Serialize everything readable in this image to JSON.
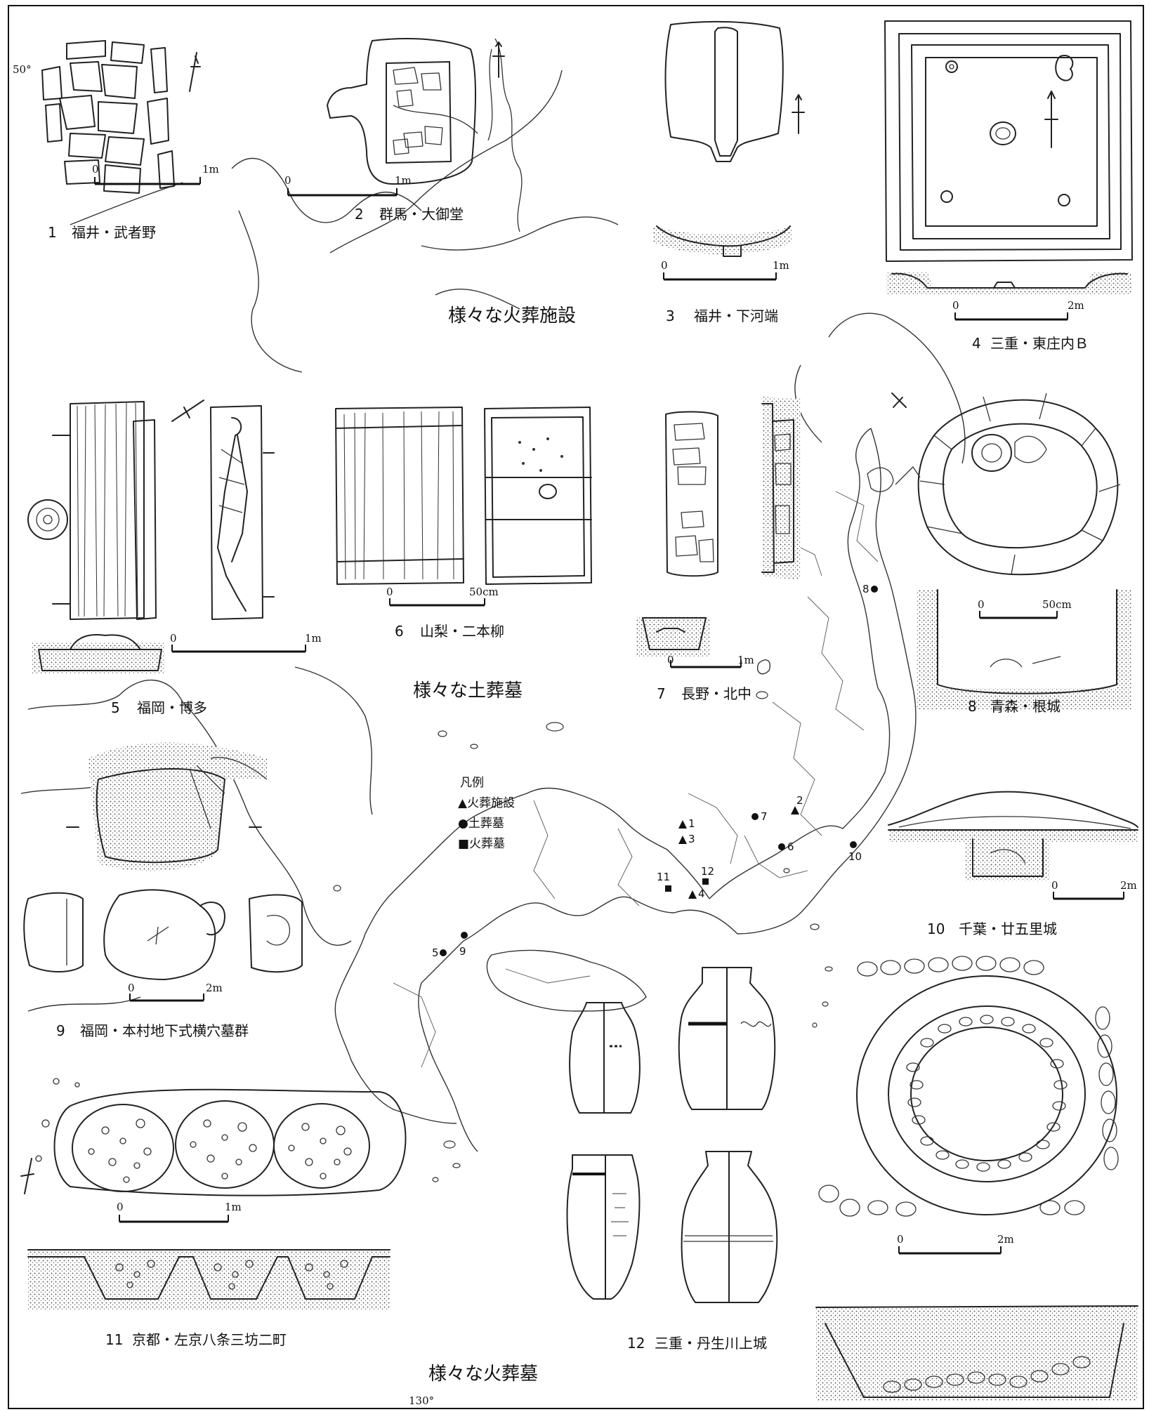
{
  "figure": {
    "headings": {
      "cremation_facilities": "様々な火葬施設",
      "earth_burials": "様々な土葬墓",
      "cremation_graves": "様々な火葬墓"
    },
    "legend": {
      "title": "凡例",
      "items": [
        "▲火葬施設",
        "●土葬墓",
        "■火葬墓"
      ]
    },
    "meridian_label": "130°",
    "margin_mark": "50°",
    "captions": [
      {
        "num": "1",
        "text": "福井・武者野"
      },
      {
        "num": "2",
        "text": "群馬・大御堂"
      },
      {
        "num": "3",
        "text": "福井・下河端"
      },
      {
        "num": "4",
        "text": "三重・東庄内Ｂ"
      },
      {
        "num": "5",
        "text": "福岡・博多"
      },
      {
        "num": "6",
        "text": "山梨・二本柳"
      },
      {
        "num": "7",
        "text": "長野・北中"
      },
      {
        "num": "8",
        "text": "青森・根城"
      },
      {
        "num": "9",
        "text": "福岡・本村地下式横穴墓群"
      },
      {
        "num": "10",
        "text": "千葉・廿五里城"
      },
      {
        "num": "11",
        "text": "京都・左京八条三坊二町"
      },
      {
        "num": "12",
        "text": "三重・丹生川上城"
      }
    ],
    "scales": {
      "s1": {
        "zero": "0",
        "end": "1m"
      },
      "s2": {
        "zero": "0",
        "end": "1m"
      },
      "s3": {
        "zero": "0",
        "end": "1m"
      },
      "s4": {
        "zero": "0",
        "end": "2m"
      },
      "s5": {
        "zero": "0",
        "end": "1m"
      },
      "s6": {
        "zero": "0",
        "end": "50cm"
      },
      "s7": {
        "zero": "0",
        "end": "1m"
      },
      "s8": {
        "zero": "0",
        "end": "50cm"
      },
      "s9": {
        "zero": "0",
        "end": "2m"
      },
      "s10": {
        "zero": "0",
        "end": "2m"
      },
      "s11": {
        "zero": "0",
        "end": "1m"
      },
      "s13": {
        "zero": "0",
        "end": "2m"
      }
    },
    "map_site_numbers": [
      "1",
      "2",
      "3",
      "4",
      "5",
      "6",
      "7",
      "8",
      "9",
      "10",
      "11",
      "12"
    ]
  }
}
